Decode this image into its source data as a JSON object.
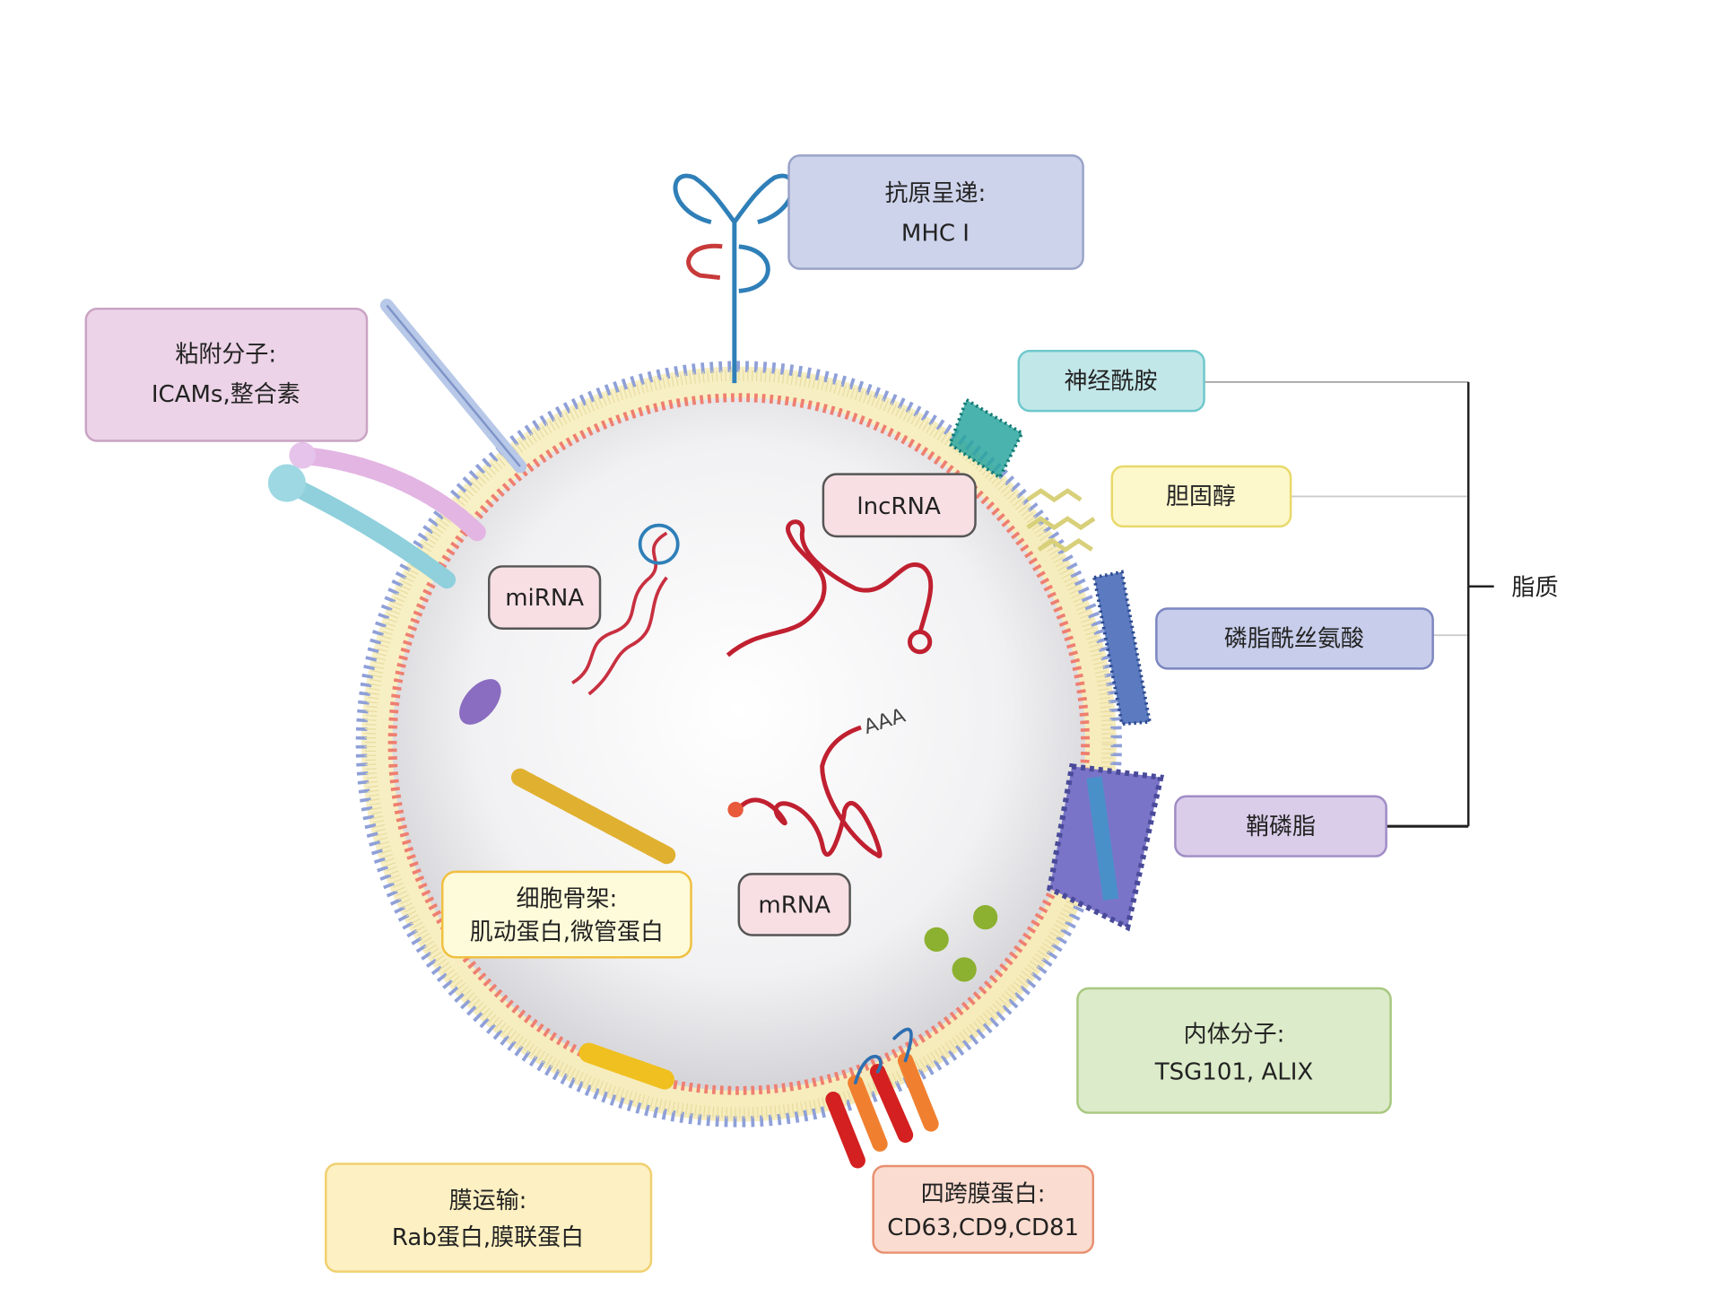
{
  "labels": {
    "antigen": {
      "line1": "抗原呈递:",
      "line2": "MHC I",
      "fill": "#cdd3ea",
      "border": "#9aa3c8"
    },
    "adhesion": {
      "line1": "粘附分子:",
      "line2": "ICAMs,整合素",
      "fill": "#ecd3e7",
      "border": "#c9a3c4"
    },
    "ceramide": {
      "text": "神经酰胺",
      "fill": "#c2e7e9",
      "border": "#6fc8cc"
    },
    "cholesterol": {
      "text": "胆固醇",
      "fill": "#fdf7cc",
      "border": "#e8d96a"
    },
    "phosphatidylserine": {
      "text": "磷脂酰丝氨酸",
      "fill": "#c7cdea",
      "border": "#7c86c0"
    },
    "sphingomyelin": {
      "text": "鞘磷脂",
      "fill": "#dacdea",
      "border": "#a08cc5"
    },
    "lipid": {
      "text": "脂质"
    },
    "lncrna": {
      "text": "lncRNA"
    },
    "mirna": {
      "text": "miRNA"
    },
    "mrna": {
      "text": "mRNA",
      "tail": "AAA"
    },
    "cytoskeleton": {
      "line1": "细胞骨架:",
      "line2": "肌动蛋白,微管蛋白",
      "fill": "#fdfbd9",
      "border": "#f0c040"
    },
    "endosome": {
      "line1": "内体分子:",
      "line2": "TSG101, ALIX",
      "fill": "#dcebc9",
      "border": "#a8c880"
    },
    "membrane_transport": {
      "line1": "膜运输:",
      "line2": "Rab蛋白,膜联蛋白",
      "fill": "#fdf0c2",
      "border": "#f0d070"
    },
    "tetraspanin": {
      "line1": "四跨膜蛋白:",
      "line2": "CD63,CD9,CD81",
      "fill": "#fbdcd0",
      "border": "#e89070"
    }
  }
}
